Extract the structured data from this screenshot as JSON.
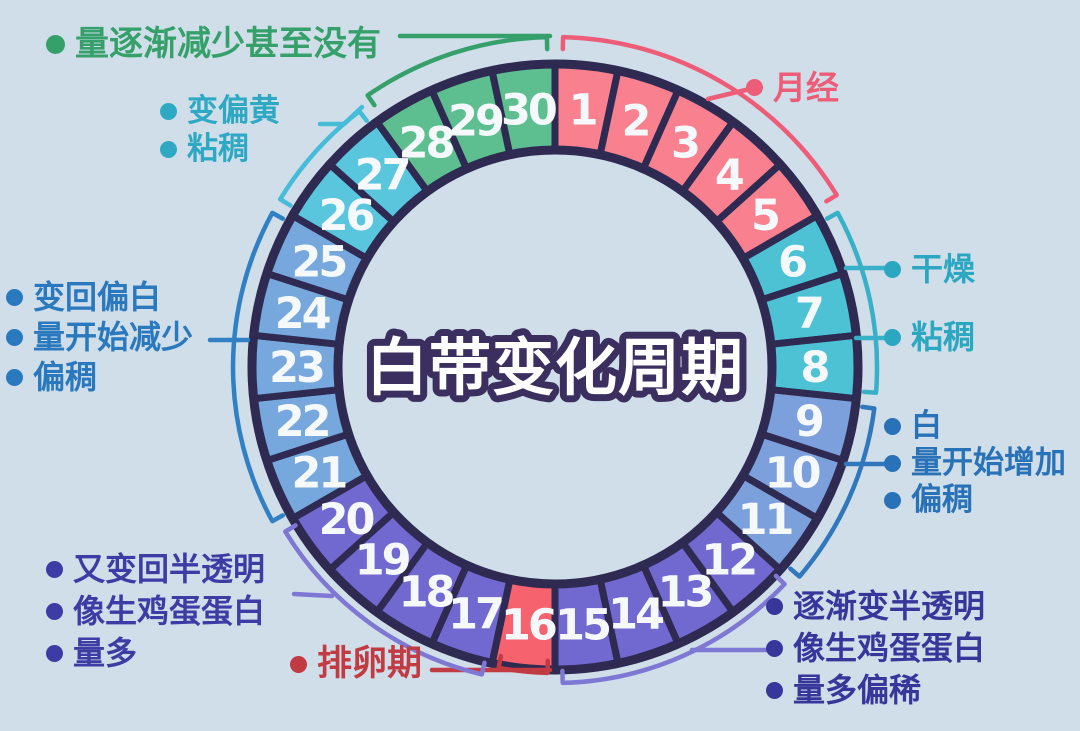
{
  "title": "白带变化周期",
  "title_color": "#ffffff",
  "title_outline_color": "#3a2f5f",
  "background_color": "#cfdee9",
  "ring": {
    "border_color": "#2e2a52",
    "number_color": "#f6f9fc",
    "days_total": 30,
    "phases": [
      {
        "label": "menstruation",
        "day_start": 1,
        "day_end": 5,
        "color": "#f8808f"
      },
      {
        "label": "dry-sticky",
        "day_start": 6,
        "day_end": 8,
        "color": "#4ec2d5"
      },
      {
        "label": "white-discharge-increase",
        "day_start": 9,
        "day_end": 11,
        "color": "#7ba0db"
      },
      {
        "label": "turning-transparent",
        "day_start": 12,
        "day_end": 15,
        "color": "#7168d0"
      },
      {
        "label": "ovulation-day",
        "day_start": 16,
        "day_end": 16,
        "color": "#f6636f"
      },
      {
        "label": "back-to-transparent",
        "day_start": 17,
        "day_end": 20,
        "color": "#7168d0"
      },
      {
        "label": "back-to-white",
        "day_start": 21,
        "day_end": 25,
        "color": "#76a8dd"
      },
      {
        "label": "turning-yellowish",
        "day_start": 26,
        "day_end": 27,
        "color": "#59c6de"
      },
      {
        "label": "amount-reducing",
        "day_start": 28,
        "day_end": 30,
        "color": "#5dbf90"
      }
    ]
  },
  "annotations": {
    "reduce": {
      "days": "28-30",
      "color": "#36a06b",
      "items": [
        "量逐渐减少甚至没有"
      ]
    },
    "yellowish": {
      "days": "26-27",
      "color": "#2fa9c3",
      "brace_color": "#45bcd8",
      "items": [
        "变偏黄",
        "粘稠"
      ]
    },
    "menstruation": {
      "days": "1-5",
      "color": "#ee5d78",
      "items": [
        "月经"
      ]
    },
    "dry_sticky": {
      "days": "6-8",
      "color": "#2ba7c1",
      "brace_color": "#38b0c8",
      "items": [
        "干燥",
        "粘稠"
      ]
    },
    "white_increase": {
      "days": "9-11",
      "color": "#2a72b8",
      "brace_color": "#3077bb",
      "items": [
        "白",
        "量开始增加",
        "偏稠"
      ]
    },
    "transparent_thin": {
      "days": "12-15",
      "color": "#37379b",
      "brace_color": "#7f77d4",
      "items": [
        "逐渐变半透明",
        "像生鸡蛋蛋白",
        "量多偏稀"
      ]
    },
    "ovulation": {
      "days": "16",
      "color": "#c23a42",
      "items": [
        "排卵期"
      ]
    },
    "back_transparent": {
      "days": "17-20",
      "color": "#3c3ca4",
      "brace_color": "#7f77d4",
      "items": [
        "又变回半透明",
        "像生鸡蛋蛋白",
        "量多"
      ]
    },
    "back_white": {
      "days": "21-25",
      "color": "#2a78be",
      "brace_color": "#3180c4",
      "items": [
        "变回偏白",
        "量开始减少",
        "偏稠"
      ]
    }
  }
}
